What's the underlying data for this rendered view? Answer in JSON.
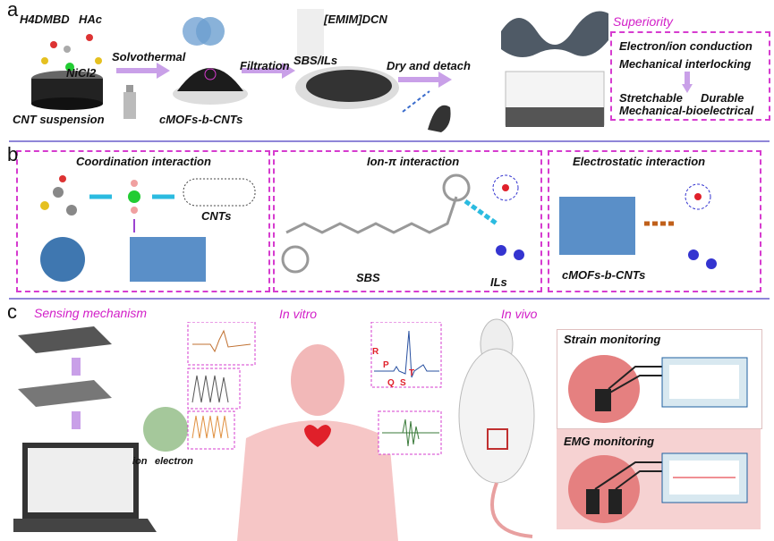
{
  "panel_a": {
    "letter": "a",
    "h4dmbd": "H4DMBD",
    "hac": "HAc",
    "nicl2": "NiCl2",
    "cnt_suspension": "CNT suspension",
    "solvothermal": "Solvothermal",
    "cmofs": "cMOFs-b-CNTs",
    "filtration": "Filtration",
    "emim": "[EMIM]DCN",
    "sbs_ils": "SBS/ILs",
    "dry": "Dry and detach",
    "superiority": "Superiority",
    "sup_items": [
      "Electron/ion conduction",
      "Mechanical interlocking",
      "Stretchable",
      "Durable",
      "Mechanical-bioelectrical"
    ]
  },
  "panel_b": {
    "letter": "b",
    "coordination": "Coordination interaction",
    "cnts": "CNTs",
    "ion_pi": "Ion-π interaction",
    "sbs": "SBS",
    "ils": "ILs",
    "electrostatic": "Electrostatic interaction",
    "cmofs": "cMOFs-b-CNTs"
  },
  "panel_c": {
    "letter": "c",
    "sensing": "Sensing mechanism",
    "in_vitro": "In vitro",
    "in_vivo": "In vivo",
    "ion": "ion",
    "electron": "electron",
    "ecg_labels": [
      "P",
      "Q",
      "R",
      "S",
      "T"
    ],
    "strain": "Strain monitoring",
    "emg": "EMG monitoring"
  },
  "colors": {
    "accent": "#d63ccf",
    "divider": "#8f86d8",
    "arrow": "#c9a0e8"
  }
}
